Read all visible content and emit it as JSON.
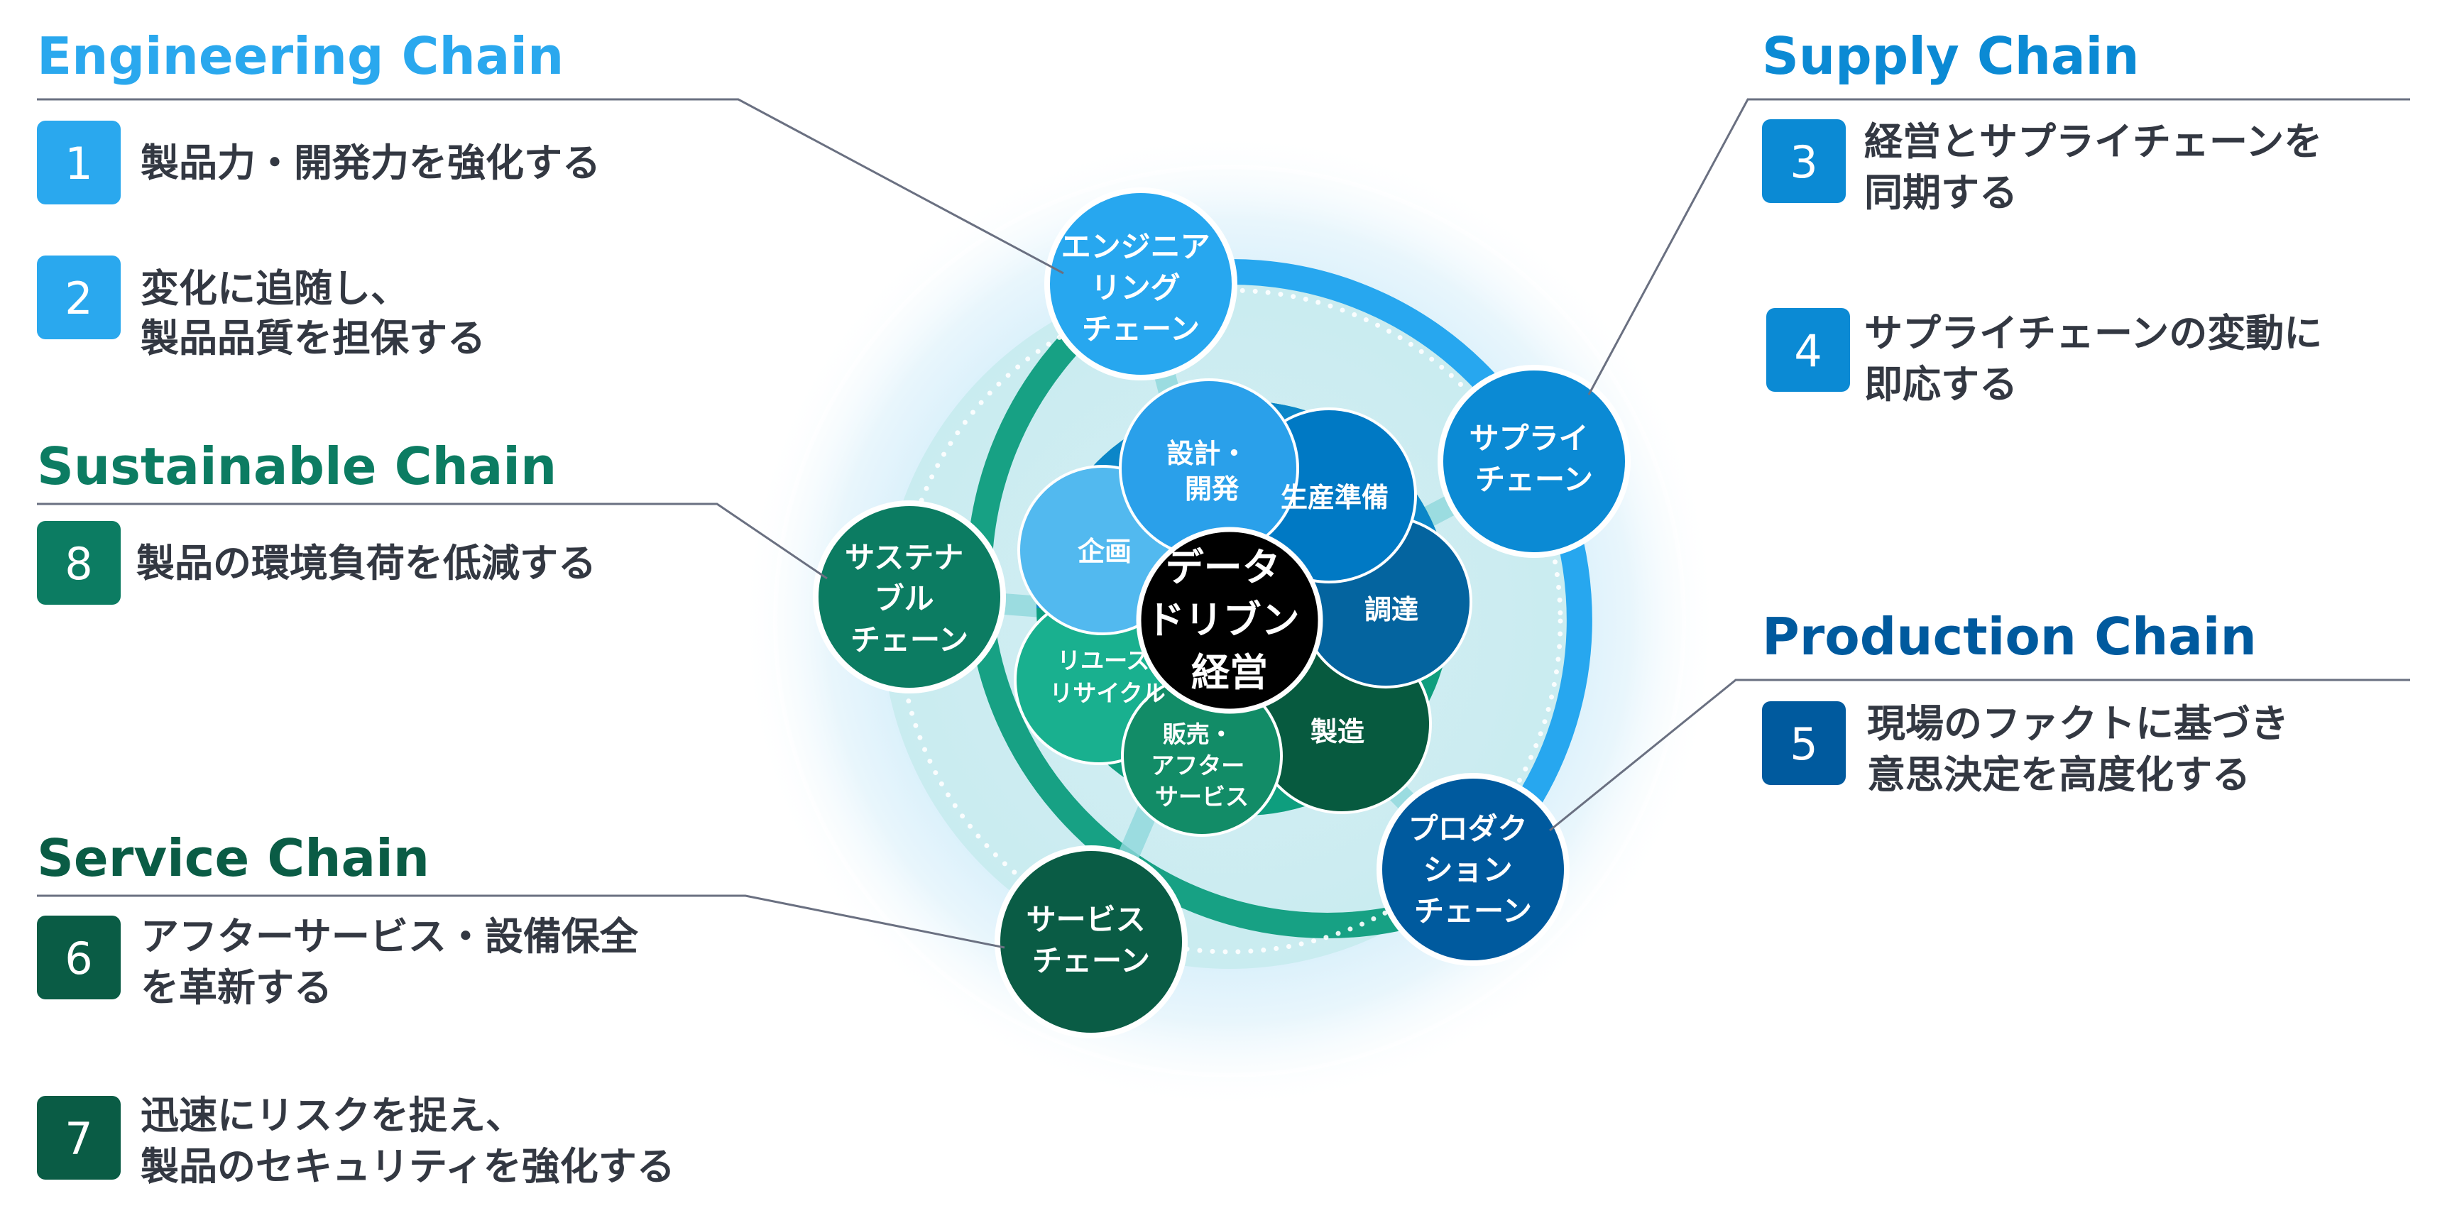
{
  "colors": {
    "engineering": "#2aa8ee",
    "supply": "#0b8ad4",
    "production": "#005a9e",
    "service": "#0a5c45",
    "sustainable": "#0c7c62",
    "text": "#333842",
    "connector": "#6a7081"
  },
  "chains": {
    "engineering": {
      "title": "Engineering Chain",
      "items": [
        {
          "number": "1",
          "lines": [
            "製品力・開発力を強化する"
          ]
        },
        {
          "number": "2",
          "lines": [
            "変化に追随し、",
            "製品品質を担保する"
          ]
        }
      ]
    },
    "sustainable": {
      "title": "Sustainable Chain",
      "items": [
        {
          "number": "8",
          "lines": [
            "製品の環境負荷を低減する"
          ]
        }
      ]
    },
    "service": {
      "title": "Service Chain",
      "items": [
        {
          "number": "6",
          "lines": [
            "アフターサービス・設備保全",
            "を革新する"
          ]
        },
        {
          "number": "7",
          "lines": [
            "迅速にリスクを捉え、",
            "製品のセキュリティを強化する"
          ]
        }
      ]
    },
    "supply": {
      "title": "Supply Chain",
      "items": [
        {
          "number": "3",
          "lines": [
            "経営とサプライチェーンを",
            "同期する"
          ]
        },
        {
          "number": "4",
          "lines": [
            "サプライチェーンの変動に",
            "即応する"
          ]
        }
      ]
    },
    "production": {
      "title": "Production Chain",
      "items": [
        {
          "number": "5",
          "lines": [
            "現場のファクトに基づき",
            "意思決定を高度化する"
          ]
        }
      ]
    }
  },
  "outer_nodes": {
    "engineering": [
      "エンジニア",
      "リング",
      "チェーン"
    ],
    "supply": [
      "サプライ",
      "チェーン"
    ],
    "production": [
      "プロダク",
      "ション",
      "チェーン"
    ],
    "service": [
      "サービス",
      "チェーン"
    ],
    "sustainable": [
      "サステナ",
      "ブル",
      "チェーン"
    ]
  },
  "petals": {
    "design": [
      "設計・",
      "開発"
    ],
    "production_prep": [
      "生産準備"
    ],
    "procurement": [
      "調達"
    ],
    "manufacturing": [
      "製造"
    ],
    "sales_service": [
      "販売・",
      "アフター",
      "サービス"
    ],
    "reuse": [
      "リユース",
      "リサイクル"
    ],
    "planning": [
      "企画"
    ]
  },
  "core": [
    "データ",
    "ドリブン",
    "経営"
  ]
}
